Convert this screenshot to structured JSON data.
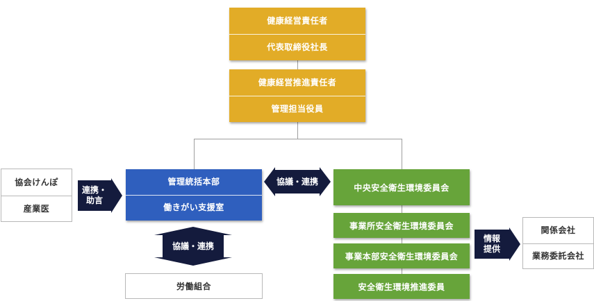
{
  "colors": {
    "leadership": "#e2ac27",
    "headquarters": "#2f5fbe",
    "committee": "#67a43a",
    "arrow": "#141b3d"
  },
  "top_block_1": {
    "line1": "健康経営責任者",
    "line2": "代表取締役社長"
  },
  "top_block_2": {
    "line1": "健康経営推進責任者",
    "line2": "管理担当役員"
  },
  "hq_block": {
    "line1": "管理統括本部",
    "line2": "働きがい支援室"
  },
  "left_external": {
    "line1": "協会けんぽ",
    "line2": "産業医"
  },
  "right_external": {
    "line1": "関係会社",
    "line2": "業務委託会社"
  },
  "committees": {
    "central": "中央安全衛生環境委員会",
    "office": "事業所安全衛生環境委員会",
    "division": "事業本部安全衛生環境委員会",
    "promotion": "安全衛生環境推進委員"
  },
  "union": "労働組合",
  "arrows": {
    "left_link": [
      "連携・",
      "助言"
    ],
    "middle_link": "協議・連携",
    "union_link": "協議・連携",
    "info": [
      "情報",
      "提供"
    ]
  }
}
